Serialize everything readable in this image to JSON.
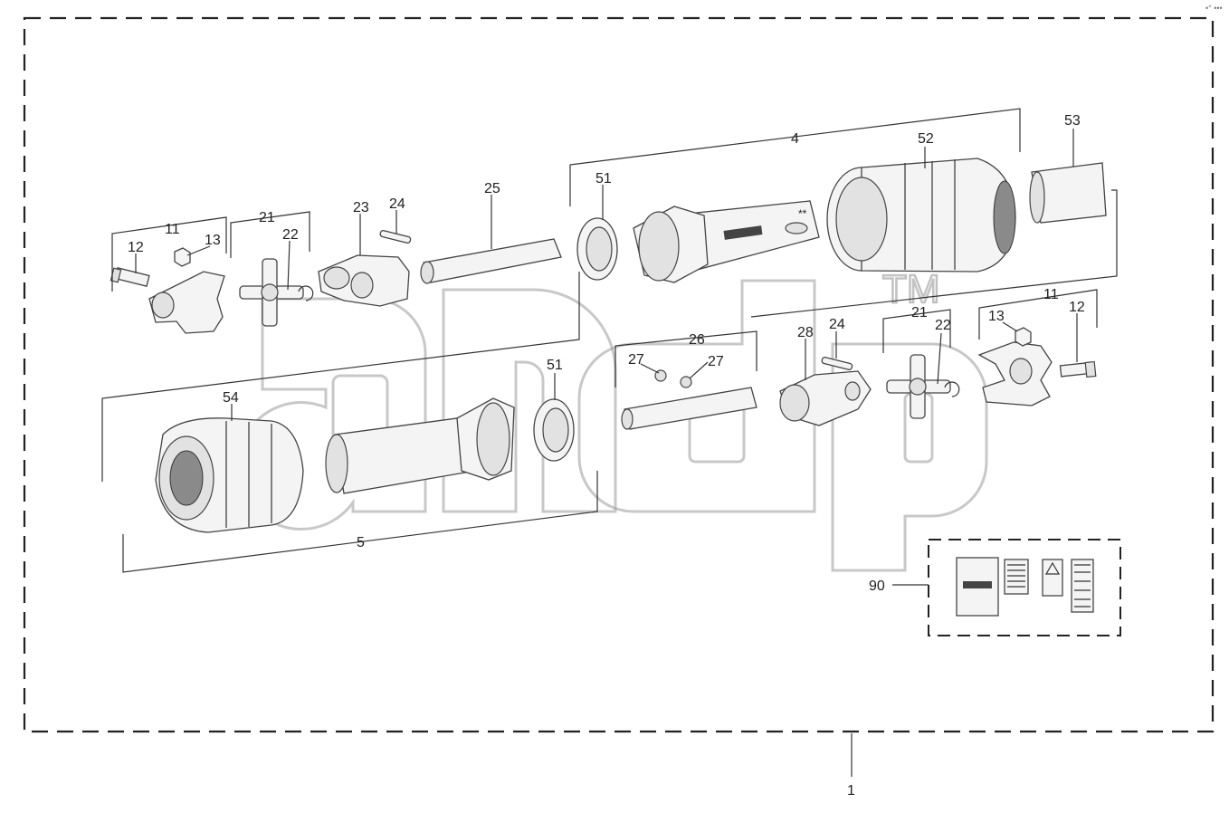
{
  "corner_mark": "•° •••",
  "watermark": {
    "text": "andp",
    "trademark": "TM"
  },
  "callouts": {
    "l1": "1",
    "l4": "4",
    "l5": "5",
    "l11a": "11",
    "l12a": "12",
    "l13a": "13",
    "l21a": "21",
    "l22a": "22",
    "l23": "23",
    "l24a": "24",
    "l25": "25",
    "l51a": "51",
    "l52": "52",
    "l53": "53",
    "l54": "54",
    "l26": "26",
    "l27a": "27",
    "l27b": "27",
    "l51b": "51",
    "l28": "28",
    "l24b": "24",
    "l21b": "21",
    "l22b": "22",
    "l11b": "11",
    "l13b": "13",
    "l12b": "12",
    "l90": "90",
    "stars": "**"
  }
}
